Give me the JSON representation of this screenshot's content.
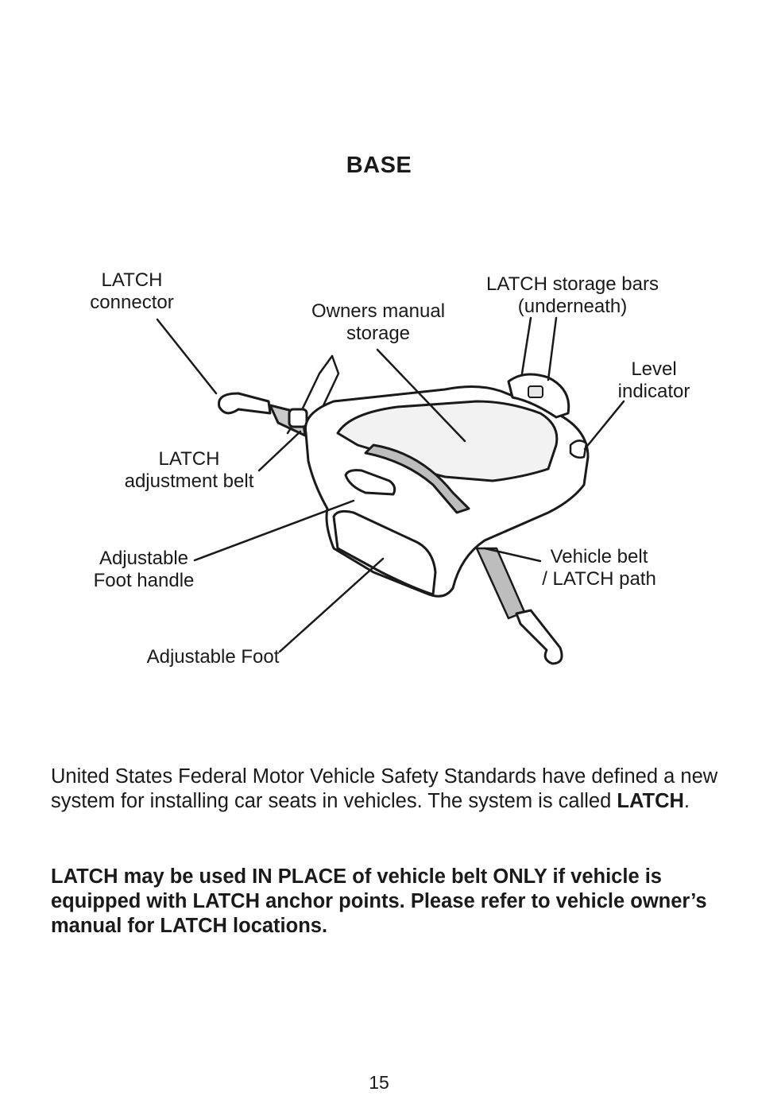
{
  "heading": "BASE",
  "labels": {
    "latch_connector_l1": "LATCH",
    "latch_connector_l2": "connector",
    "owners_manual_l1": "Owners manual",
    "owners_manual_l2": "storage",
    "storage_bars_l1": "LATCH storage bars",
    "storage_bars_l2": "(underneath)",
    "level_l1": "Level",
    "level_l2": "indicator",
    "adjust_belt_l1": "LATCH",
    "adjust_belt_l2": "adjustment belt",
    "foot_handle_l1": "Adjustable",
    "foot_handle_l2": "Foot handle",
    "vehicle_belt_l1": "Vehicle belt",
    "vehicle_belt_l2": "/ LATCH path",
    "adjustable_foot": "Adjustable Foot"
  },
  "paragraph1": {
    "text": "United States Federal Motor Vehicle Safety Standards have defined a new system for installing car seats in vehicles. The system is called ",
    "bold": "LATCH",
    "end": "."
  },
  "paragraph2": "LATCH may be used IN PLACE of vehicle belt ONLY if vehicle is equipped with LATCH anchor points. Please refer to vehicle owner’s manual for LATCH locations.",
  "page_number": "15"
}
